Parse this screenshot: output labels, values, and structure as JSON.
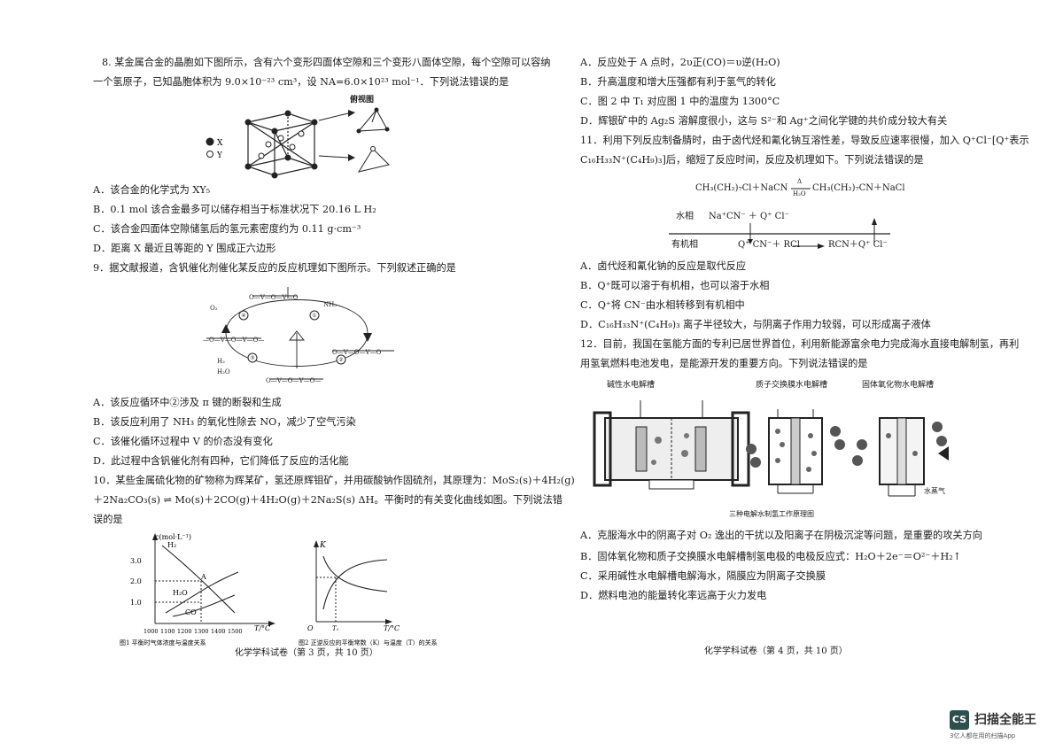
{
  "left": {
    "q8": {
      "stem_line1": "8. 某金属合金的晶胞如下图所示，含有六个变形四面体空隙和三个变形八面体空隙，每个空隙可以容纳",
      "stem_line2": "一个氢原子，已知晶胞体积为 9.0×10⁻²³ cm³，设 NA=6.0×10²³ mol⁻¹．下列说法错误的是",
      "fig_top_label": "俯视图",
      "legend_x": "X",
      "legend_y": "Y",
      "options": [
        "A．该合金的化学式为 XY₅",
        "B．0.1 mol 该合金最多可以储存相当于标准状况下 20.16 L H₂",
        "C．该合金四面体空隙储氢后的氢元素密度约为 0.11 g·cm⁻³",
        "D．距离 X 最近且等距的 Y 围成正六边形"
      ]
    },
    "q9": {
      "stem": "9．据文献报道，含钒催化剂催化某反应的反应机理如下图所示。下列叙述正确的是",
      "options": [
        "A．该反应循环中②涉及 π 键的断裂和生成",
        "B．该反应利用了 NH₃ 的氧化性除去 NO，减少了空气污染",
        "C．该催化循环过程中 V 的价态没有变化",
        "D．此过程中含钒催化剂有四种，它们降低了反应的活化能"
      ]
    },
    "q10": {
      "stem_line1": "10．某些金属硫化物的矿物称为辉某矿，氢还原辉钼矿，并用碳酸钠作固硫剂，其原理为：MoS₂(s)＋4H₂(g)",
      "stem_line2": "＋2Na₂CO₃(s) ⇌ Mo(s)＋2CO(g)＋4H₂O(g)＋2Na₂S(s) ΔH。平衡时的有关变化曲线如图。下列说法错",
      "stem_line3": "误的是"
    },
    "chart1": {
      "ylabel": "c(mol·L⁻¹)",
      "xlabel": "T/°C",
      "yticks": [
        "3.0",
        "2.0",
        "1.0"
      ],
      "xticks": [
        "1000",
        "1100",
        "1200",
        "1300",
        "1400",
        "1500"
      ],
      "labels": [
        "H₂",
        "H₂O",
        "CO",
        "A"
      ],
      "caption": "图1 平衡时气体浓度与温度关系"
    },
    "chart2": {
      "ylabel": "K",
      "xlabel": "T/°C",
      "origin": "O",
      "t1": "T₁",
      "caption": "图2 正逆反应的平衡常数（K）与温度（T）的关系"
    },
    "footer": "化学学科试卷（第 3 页，共 10 页）"
  },
  "right": {
    "q10_options": [
      "A．反应处于 A 点时，2υ正(CO)＝υ逆(H₂O)",
      "B．升高温度和增大压强都有利于氢气的转化",
      "C．图 2 中 T₁ 对应图 1 中的温度为 1300°C",
      "D．辉银矿中的 Ag₂S 溶解度很小，这与 S²⁻和 Ag⁺之间化学键的共价成分较大有关"
    ],
    "q11": {
      "stem_line1": "11．利用下列反应制备腈时，由于卤代烃和氰化钠互溶性差，导致反应速率很慢，加入 Q⁺Cl⁻[Q⁺表示",
      "stem_line2": "C₁₆H₃₃N⁺(C₄H₉)₃]后，缩短了反应时间，反应及机理如下。下列说法错误的是",
      "equation_left": "CH₃(CH₂)₇Cl＋NaCN",
      "equation_right": "CH₃(CH₂)₇CN＋NaCl",
      "eq_top": "Δ",
      "eq_bottom": "H₂O",
      "water_phase": "水相",
      "water_species": "Na⁺CN⁻ ＋ Q⁺ Cl⁻",
      "organic_phase": "有机相",
      "organic_left": "Q⁺ CN⁻＋ RCl",
      "organic_right": "RCN＋Q⁺ Cl⁻",
      "options": [
        "A．卤代烃和氰化钠的反应是取代反应",
        "B．Q⁺既可以溶于有机相，也可以溶于水相",
        "C．Q⁺将 CN⁻由水相转移到有机相中",
        "D．C₁₆H₃₃N⁺(C₄H₉)₃ 离子半径较大，与阴离子作用力较弱，可以形成离子液体"
      ]
    },
    "q12": {
      "stem_line1": "12．目前，我国在氢能方面的专利已居世界首位，利用新能源富余电力完成海水直接电解制氢，再利",
      "stem_line2": "用氢氧燃料电池发电，是能源开发的重要方向。下列说法错误的是",
      "cell_titles": [
        "碱性水电解槽",
        "质子交换膜水电解槽",
        "固体氧化物水电解槽"
      ],
      "cell_caption": "三种电解水制氢工作原理图",
      "steam_label": "水蒸气",
      "options": [
        "A．克服海水中的阴离子对 O₂ 逸出的干扰以及阳离子在阴极沉淀等问题，是重要的攻关方向",
        "B．固体氧化物和质子交换膜水电解槽制氢电极的电极反应式：H₂O＋2e⁻＝O²⁻＋H₂↑",
        "C．采用碱性水电解槽电解海水，隔膜应为阴离子交换膜",
        "D．燃料电池的能量转化率远高于火力发电"
      ]
    },
    "footer": "化学学科试卷（第 4 页，共 10 页）"
  },
  "logo": {
    "badge": "CS",
    "text": "扫描全能王",
    "sub": "3亿人都在用的扫描App"
  }
}
